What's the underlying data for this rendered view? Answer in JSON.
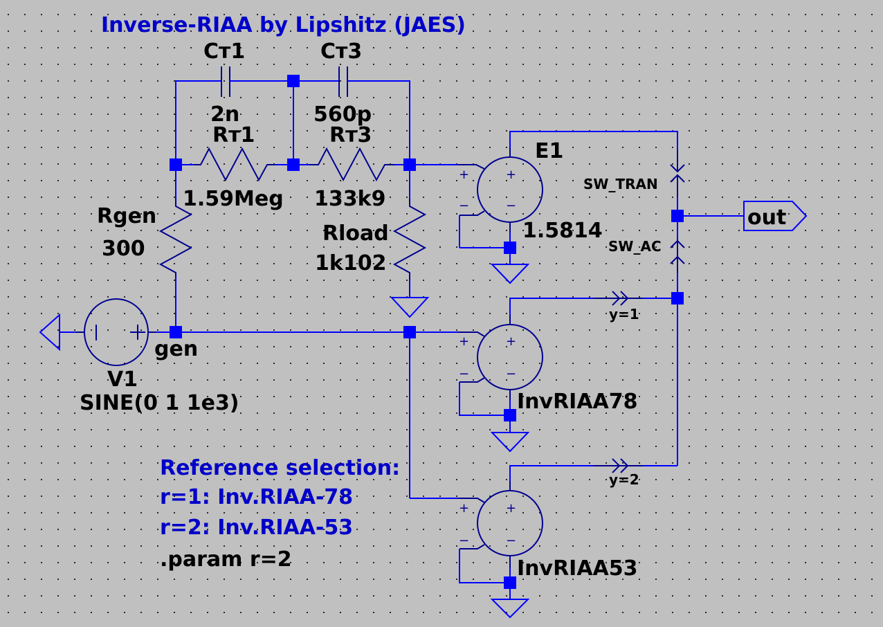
{
  "title": "Inverse-RIAA by Lipshitz (JAES)",
  "colors": {
    "background": "#c0c0c0",
    "wire": "#0000ff",
    "symbol": "#000090",
    "comment_text": "#0000c8",
    "label_text": "#000000"
  },
  "components": {
    "ct1": {
      "name": "Cт1",
      "value": "2n",
      "type": "capacitor"
    },
    "ct3": {
      "name": "Cт3",
      "value": "560p",
      "type": "capacitor"
    },
    "rt1": {
      "name": "Rт1",
      "value": "1.59Meg",
      "type": "resistor"
    },
    "rt3": {
      "name": "Rт3",
      "value": "133k9",
      "type": "resistor"
    },
    "rgen": {
      "name": "Rgen",
      "value": "300",
      "type": "resistor"
    },
    "rload": {
      "name": "Rload",
      "value": "1k102",
      "type": "resistor"
    },
    "v1": {
      "name": "V1",
      "value": "SINE(0 1 1e3)",
      "type": "voltage-source"
    },
    "e1": {
      "name": "E1",
      "value": "1.5814",
      "type": "vcvs"
    },
    "invriaa78": {
      "name": "InvRIAA78",
      "type": "vcvs"
    },
    "invriaa53": {
      "name": "InvRIAA53",
      "type": "vcvs"
    }
  },
  "nets": {
    "gen": "gen",
    "out": "out",
    "sw_tran": "SW_TRAN",
    "sw_ac": "SW_AC",
    "y1": "y=1",
    "y2": "y=2"
  },
  "symbols": {
    "plus": "+",
    "minus": "−",
    "source_minus": "|"
  },
  "comments": {
    "heading": "Reference selection:",
    "line1": "r=1: Inv.RIAA-78",
    "line2": "r=2: Inv.RIAA-53",
    "directive": ".param r=2"
  }
}
